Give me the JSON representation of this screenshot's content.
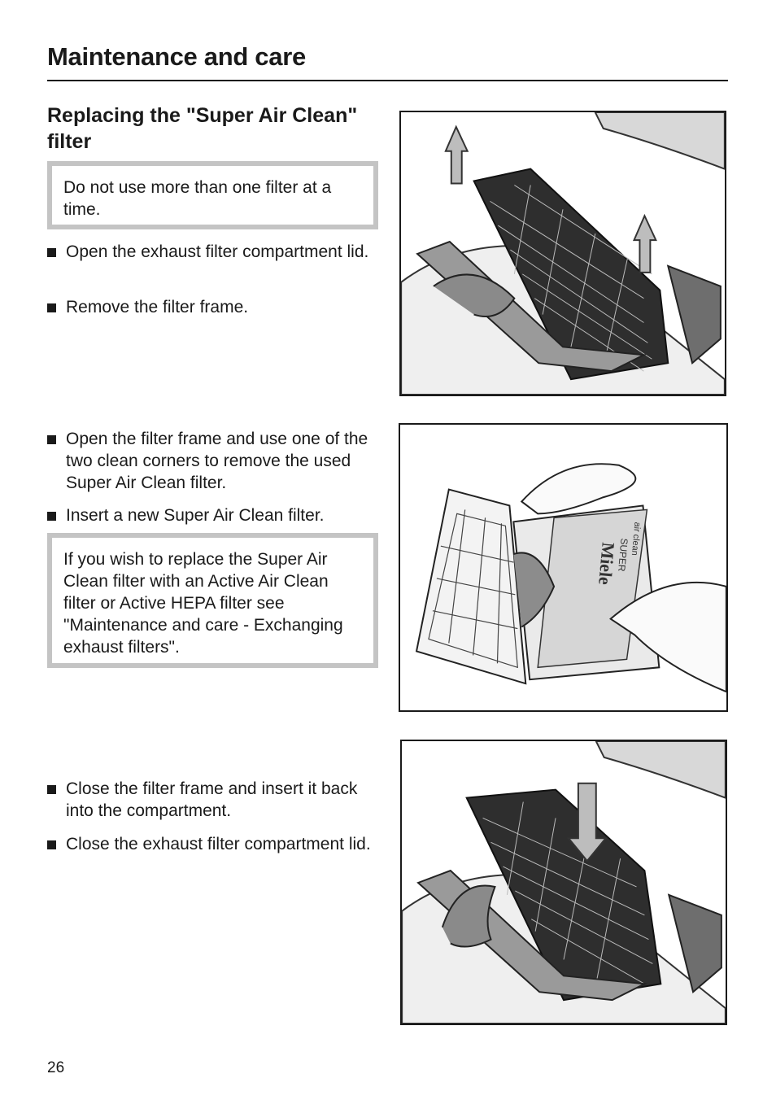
{
  "header": {
    "title": "Maintenance and care"
  },
  "section": {
    "heading": "Replacing the \"Super Air Clean\" filter"
  },
  "notes": [
    "Do not use more than one filter at a time.",
    "If you wish to replace the Super Air Clean filter with an Active Air Clean filter or Active HEPA filter see \"Maintenance and care - Exchanging exhaust filters\"."
  ],
  "steps": [
    "Open the exhaust filter compartment lid.",
    "Remove the filter frame.",
    "Open the filter frame and use one of the two clean corners to remove the used Super Air Clean filter.",
    "Insert a new Super Air Clean filter.",
    "Close the filter frame and insert it back into the compartment.",
    "Close the exhaust filter compartment lid."
  ],
  "figures": {
    "filter_labels": [
      "Miele",
      "SUPER",
      "air clean"
    ]
  },
  "footer": {
    "page_number": "26"
  }
}
